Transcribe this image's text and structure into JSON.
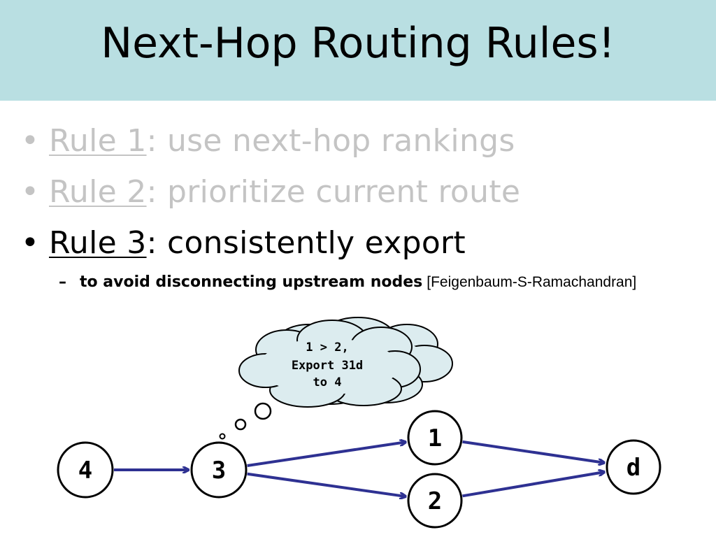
{
  "slide": {
    "title": "Next-Hop Routing Rules!",
    "bullet_glyph": "•",
    "rules": [
      {
        "name": "Rule 1",
        "text": ": use next-hop rankings",
        "state": "dim"
      },
      {
        "name": "Rule 2",
        "text": ": prioritize current route",
        "state": "dim"
      },
      {
        "name": "Rule 3",
        "text": ": consistently export",
        "state": "active"
      }
    ],
    "subrule": {
      "dash": "–",
      "text": "to avoid disconnecting upstream nodes",
      "citation": "[Feigenbaum-S-Ramachandran]"
    }
  },
  "diagram": {
    "nodes": [
      {
        "id": "4",
        "label": "4"
      },
      {
        "id": "3",
        "label": "3"
      },
      {
        "id": "1",
        "label": "1"
      },
      {
        "id": "2",
        "label": "2"
      },
      {
        "id": "d",
        "label": "d"
      }
    ],
    "edges": [
      {
        "from": "4",
        "to": "3"
      },
      {
        "from": "3",
        "to": "1"
      },
      {
        "from": "3",
        "to": "2"
      },
      {
        "from": "1",
        "to": "d"
      },
      {
        "from": "2",
        "to": "d"
      }
    ],
    "thought": {
      "lines": [
        "1 > 2,",
        "Export 31d",
        "to 4"
      ]
    }
  },
  "colors": {
    "title_bar": "#b9dfe2",
    "edge": "#2e3192",
    "cloud_fill": "#dcecef",
    "dim_text": "#c4c4c4"
  }
}
